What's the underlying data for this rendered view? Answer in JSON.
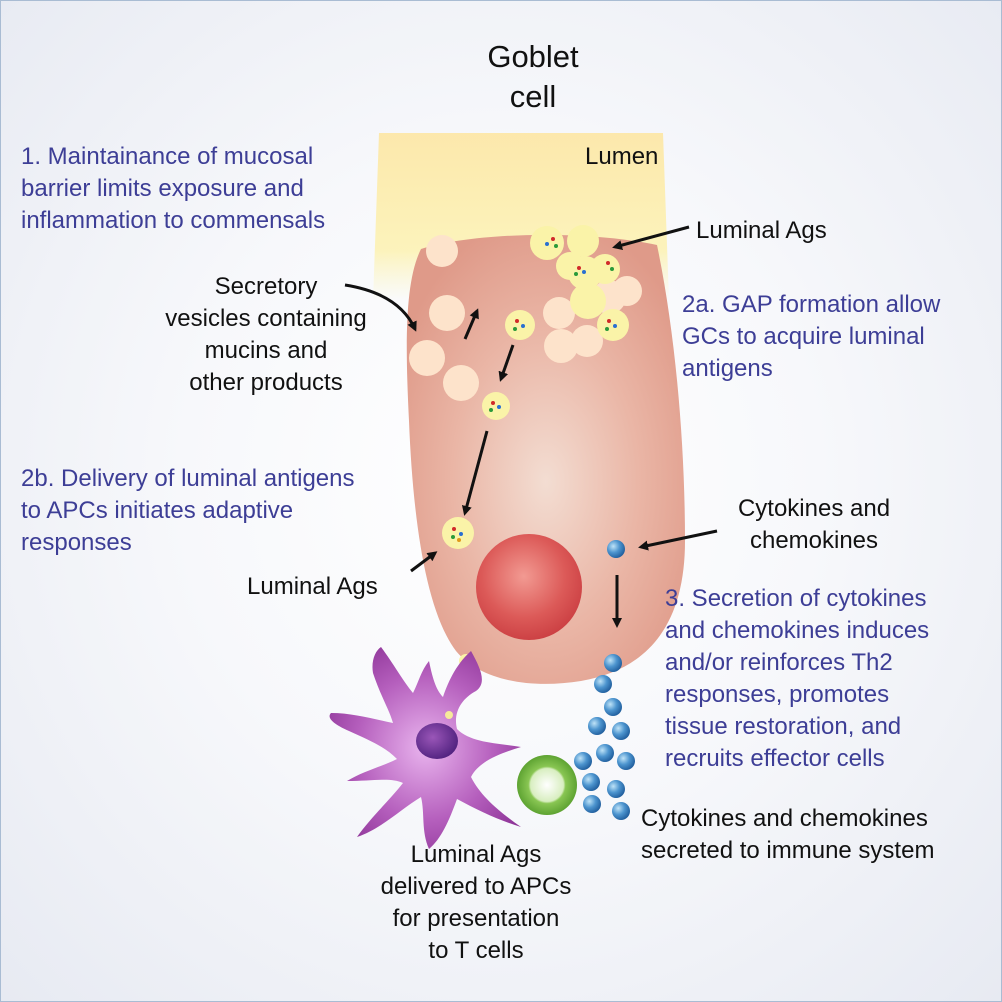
{
  "title": "Goblet\ncell",
  "labels": {
    "lumen": "Lumen",
    "luminal_ags_top": "Luminal Ags",
    "secretory": "Secretory\nvesicles containing\nmucins and\nother products",
    "luminal_ags_left": "Luminal Ags",
    "cytokines_top": "Cytokines and\nchemokines",
    "cytokines_bottom": "Cytokines and chemokines\nsecreted to immune system",
    "delivered": "Luminal Ags\ndelivered to APCs\nfor presentation\nto T cells"
  },
  "steps": {
    "step1": "1. Maintainance of mucosal\nbarrier limits exposure and\ninflammation to commensals",
    "step2a": "2a. GAP formation allow\nGCs to acquire luminal\nantigens",
    "step2b": "2b. Delivery of luminal antigens\nto APCs initiates adaptive\nresponses",
    "step3": "3. Secretion of cytokines\nand chemokines induces\nand/or reinforces Th2\nresponses, promotes\ntissue restoration, and\nrecruits effector cells"
  },
  "colors": {
    "step_text": "#3d3e96",
    "cell_body": "#e8a597",
    "nucleus": "#d3474c",
    "mucus": "#fde7a0",
    "antigen_vesicle": "#faf3a8",
    "mucin_vesicle": "#fde2c8",
    "cytokine": "#3f86c4",
    "apc": "#9e3fa6",
    "t_cell": "#7cc04a"
  }
}
